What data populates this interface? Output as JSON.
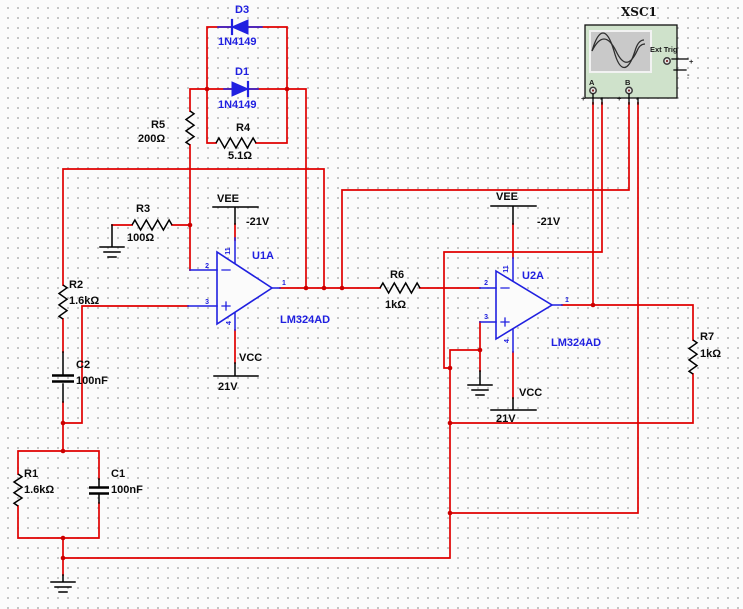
{
  "components": {
    "d3": {
      "ref": "D3",
      "value": "1N4149"
    },
    "d1": {
      "ref": "D1",
      "value": "1N4149"
    },
    "r1": {
      "ref": "R1",
      "value": "1.6kΩ"
    },
    "r2": {
      "ref": "R2",
      "value": "1.6kΩ"
    },
    "r3": {
      "ref": "R3",
      "value": "100Ω"
    },
    "r4": {
      "ref": "R4",
      "value": "5.1Ω"
    },
    "r5": {
      "ref": "R5",
      "value": "200Ω"
    },
    "r6": {
      "ref": "R6",
      "value": "1kΩ"
    },
    "r7": {
      "ref": "R7",
      "value": "1kΩ"
    },
    "c1": {
      "ref": "C1",
      "value": "100nF"
    },
    "c2": {
      "ref": "C2",
      "value": "100nF"
    },
    "u1": {
      "ref": "U1A",
      "part": "LM324AD",
      "pin_out": "1",
      "pin_inv": "2",
      "pin_noninv": "3",
      "pin_vminus": "11",
      "pin_vplus": "4"
    },
    "u2": {
      "ref": "U2A",
      "part": "LM324AD",
      "pin_out": "1",
      "pin_inv": "2",
      "pin_noninv": "3",
      "pin_vminus": "11",
      "pin_vplus": "4"
    }
  },
  "power": {
    "vee_u1": {
      "label": "VEE",
      "value": "-21V"
    },
    "vcc_u1": {
      "label": "VCC",
      "value": "21V"
    },
    "vee_u2": {
      "label": "VEE",
      "value": "-21V"
    },
    "vcc_u2": {
      "label": "VCC",
      "value": "21V"
    }
  },
  "instrument": {
    "ref": "XSC1",
    "ext_trig": "Ext Trig",
    "ch_a": "A",
    "ch_b": "B",
    "plus": "+",
    "minus": "-"
  },
  "colors": {
    "wire": "#e00000",
    "symbol_blue": "#2020e0",
    "junction": "#cc0000",
    "scope_body": "#cfe2cb",
    "scope_screen": "#c9c9c9"
  }
}
